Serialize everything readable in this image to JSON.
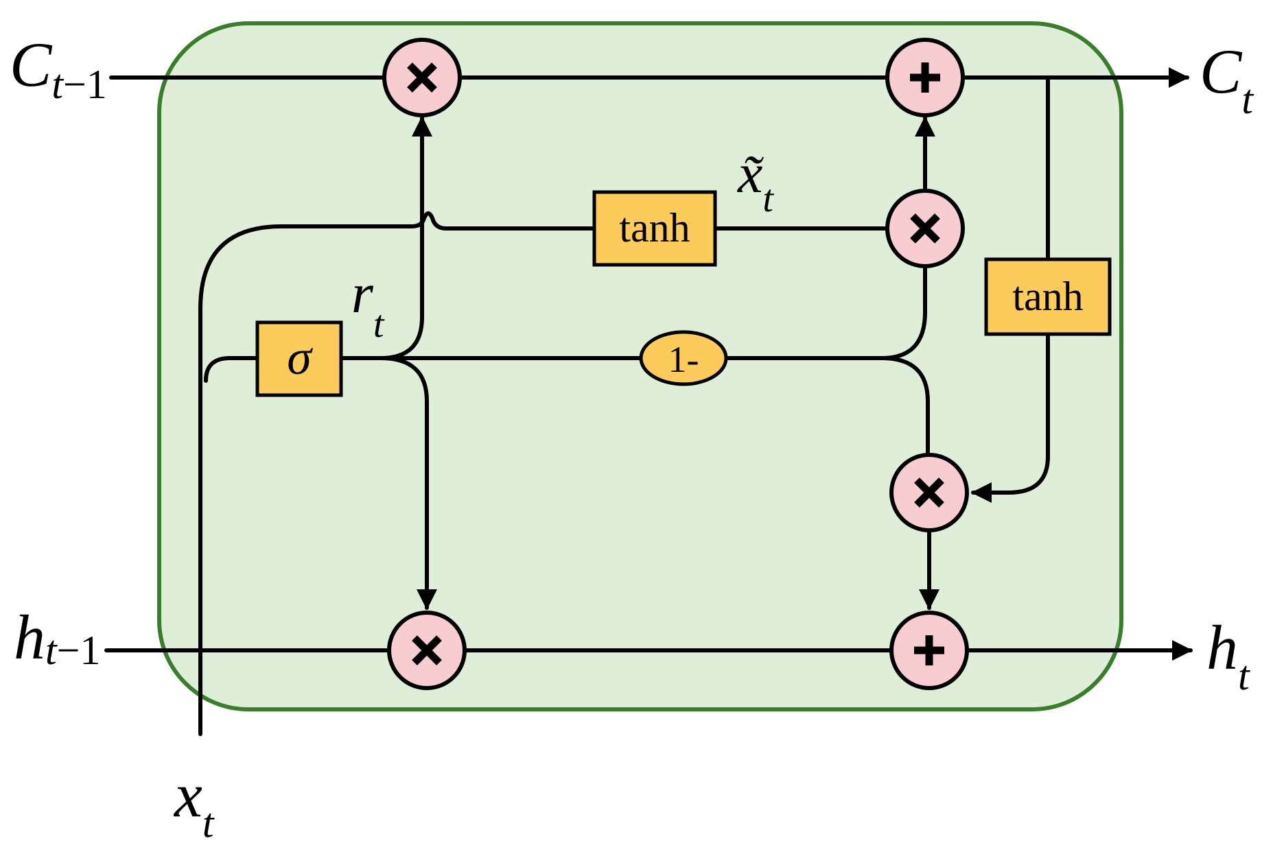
{
  "labels": {
    "c_prev": {
      "main": "C",
      "sub_var": "t",
      "sub_rest": "−1"
    },
    "c_next": {
      "main": "C",
      "sub_var": "t"
    },
    "h_prev": {
      "main": "h",
      "sub_var": "t",
      "sub_rest": "−1"
    },
    "h_next": {
      "main": "h",
      "sub_var": "t"
    },
    "x_in": {
      "main": "x",
      "sub_var": "t"
    },
    "x_tilde": {
      "main": "x̃",
      "sub_var": "t"
    },
    "r_gate": {
      "main": "r",
      "sub_var": "t"
    }
  },
  "gates": {
    "sigma": "σ",
    "tanh_candidate": "tanh",
    "tanh_output": "tanh",
    "one_minus": "1-"
  },
  "operators": {
    "multiply_symbol": "×",
    "add_symbol": "+"
  },
  "colors": {
    "cell_fill": "#deeed9",
    "cell_border": "#3a7d2a",
    "operator_fill": "#f7cdd1",
    "gate_fill": "#fdcb5c",
    "line": "#000000"
  }
}
